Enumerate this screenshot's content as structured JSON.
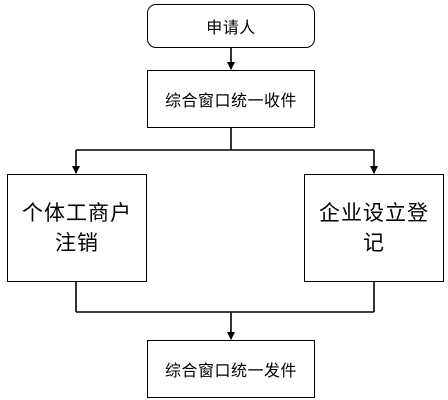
{
  "diagram": {
    "nodes": {
      "applicant": "申请人",
      "intake": "综合窗口统一收件",
      "left_branch": "个体工商户注销",
      "right_branch": "企业设立登记",
      "output": "综合窗口统一发件"
    },
    "line_color": "#000000"
  }
}
